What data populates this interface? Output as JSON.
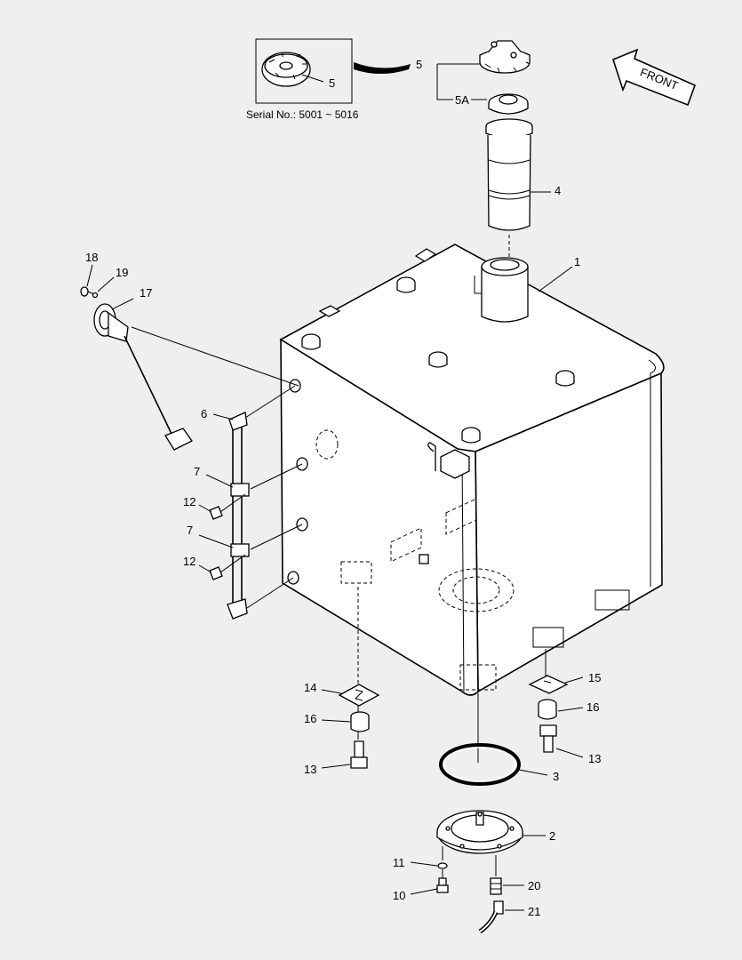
{
  "inset": {
    "part_label": "5",
    "caption": "Serial No.: 5001 ~ 5016"
  },
  "front_label": "FRONT",
  "labels": {
    "p1": "1",
    "p2": "2",
    "p3": "3",
    "p4": "4",
    "p5": "5",
    "p5a": "5A",
    "p6": "6",
    "p7a": "7",
    "p7b": "7",
    "p10": "10",
    "p11": "11",
    "p12a": "12",
    "p12b": "12",
    "p13a": "13",
    "p13b": "13",
    "p14": "14",
    "p15": "15",
    "p16a": "16",
    "p16b": "16",
    "p17": "17",
    "p18": "18",
    "p19": "19",
    "p20": "20",
    "p21": "21"
  }
}
